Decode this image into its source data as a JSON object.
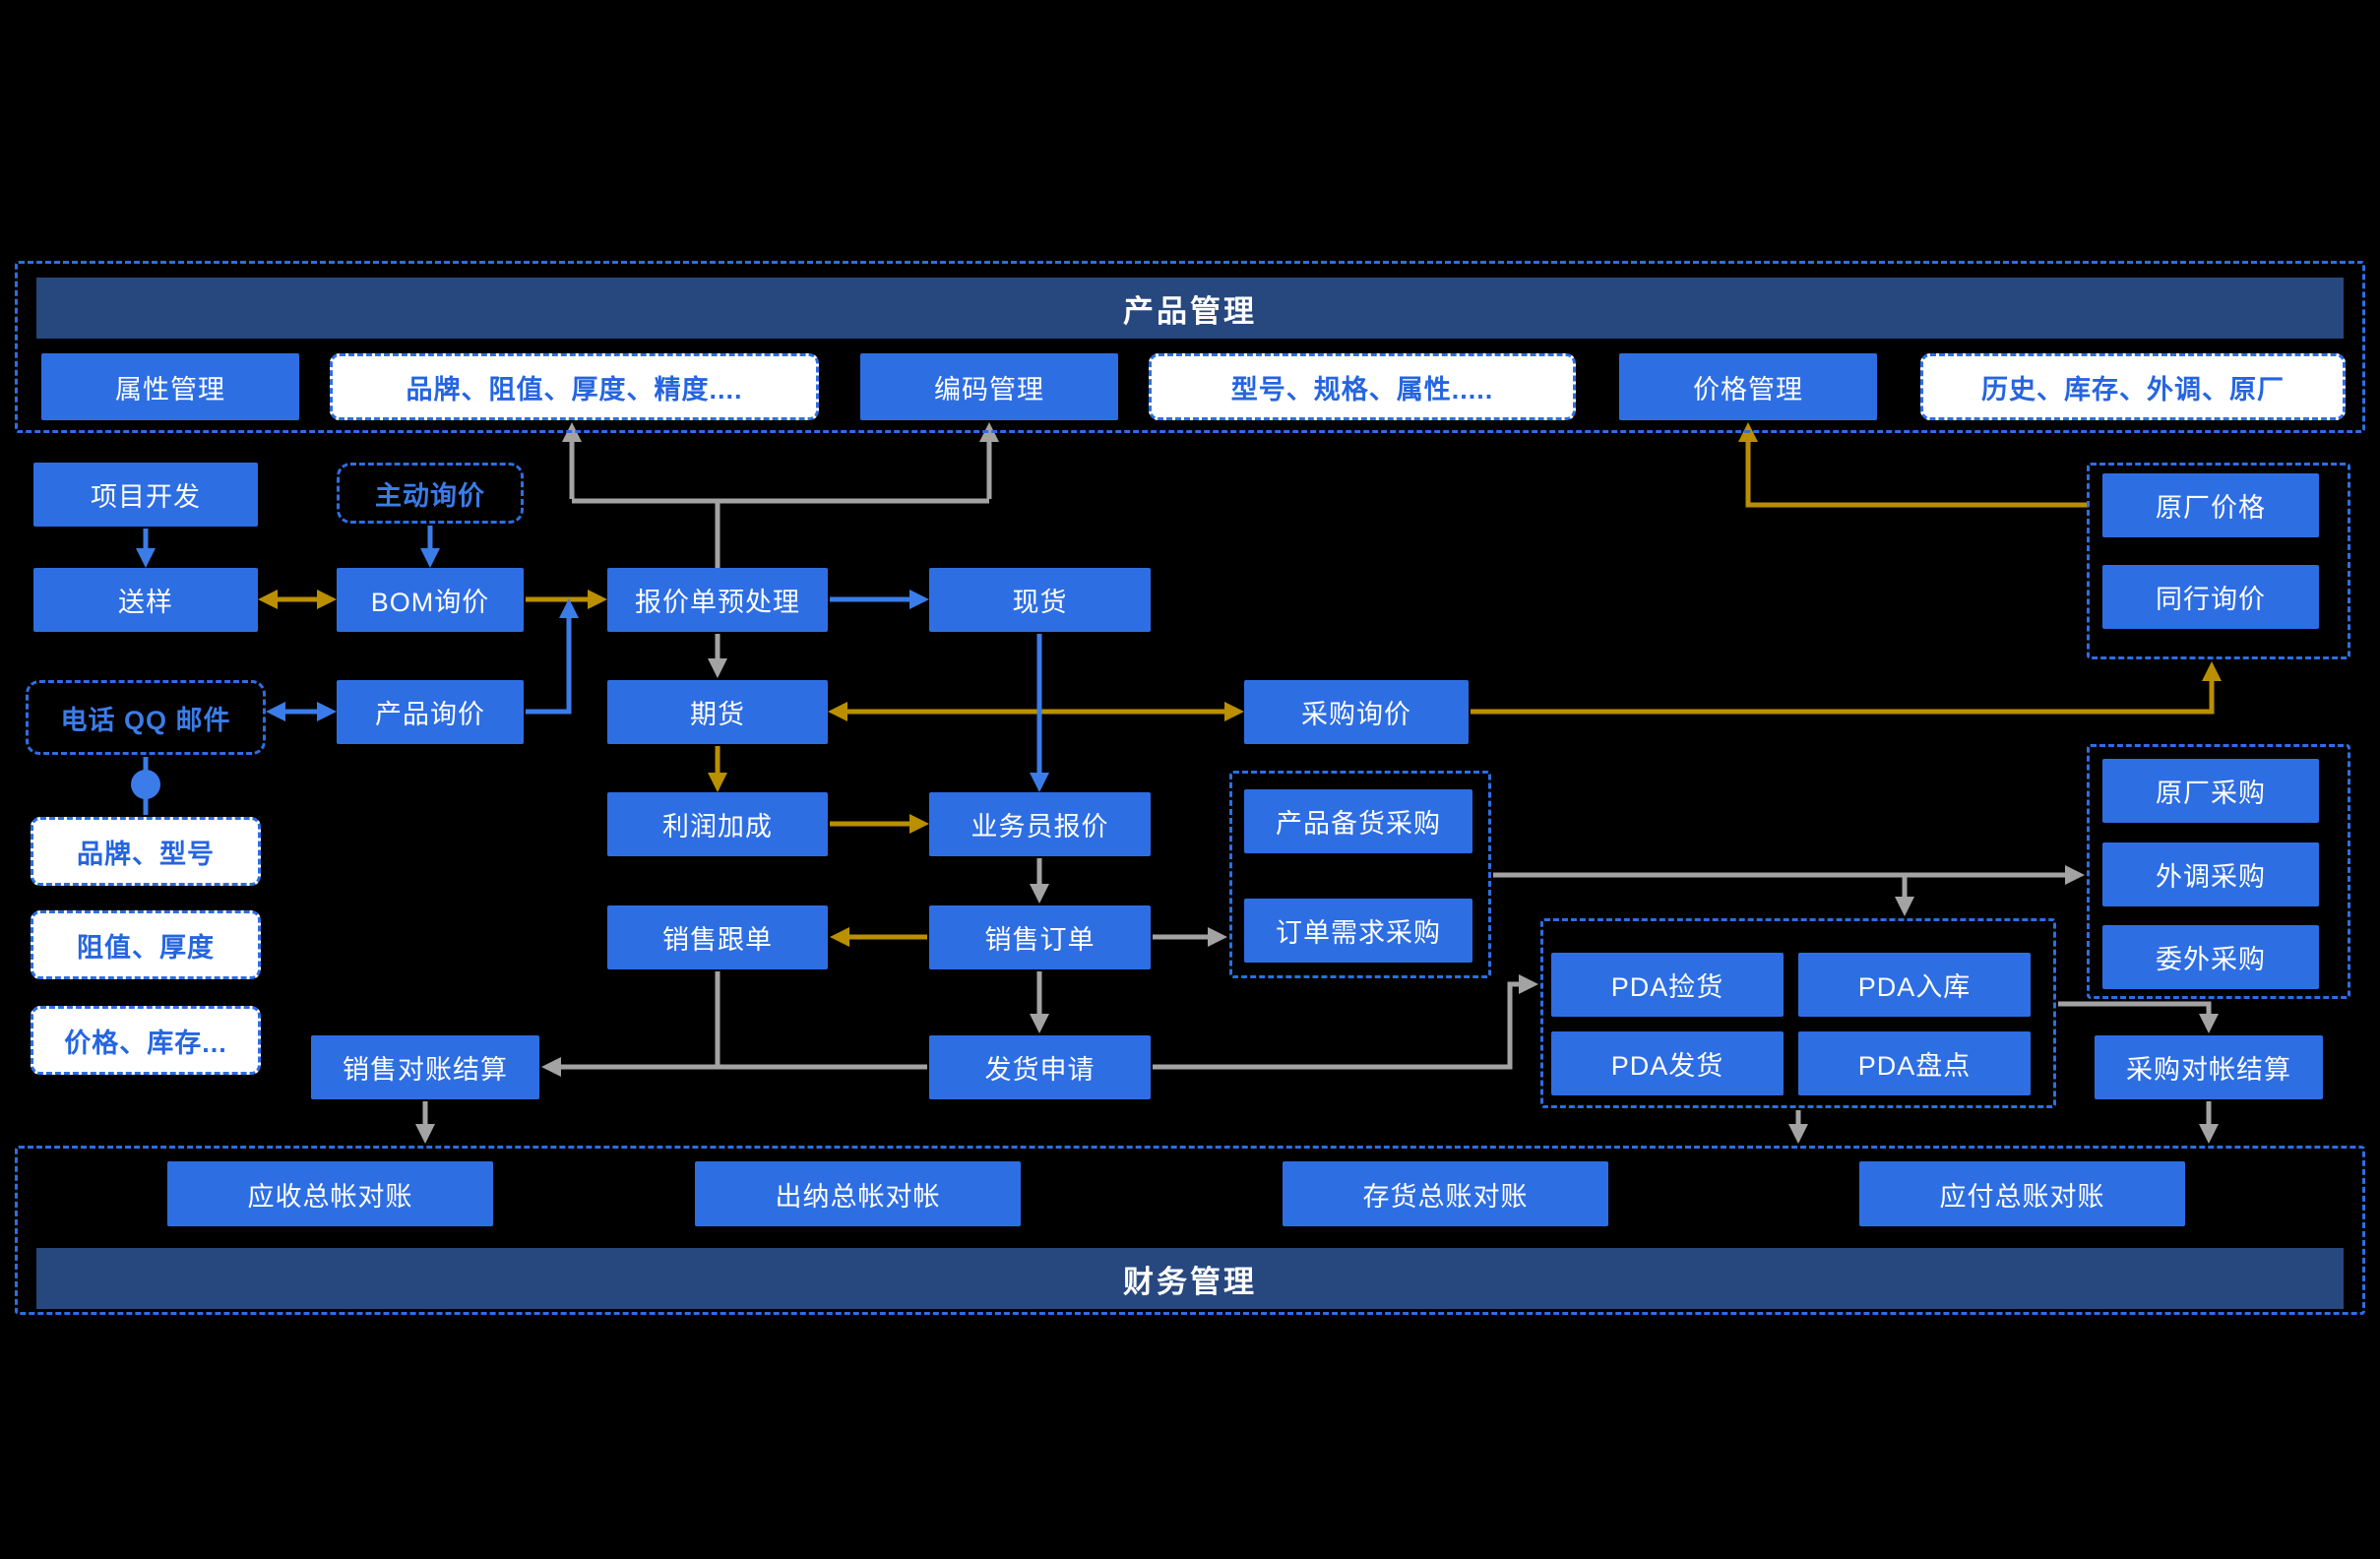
{
  "headers": {
    "product": "产品管理",
    "finance": "财务管理"
  },
  "nodes": {
    "attribute_mgmt": "属性管理",
    "attribute_detail": "品牌、阻值、厚度、精度....",
    "coding_mgmt": "编码管理",
    "model_detail": "型号、规格、属性.....",
    "price_mgmt": "价格管理",
    "price_detail": "历史、库存、外调、原厂",
    "project_dev": "项目开发",
    "send_sample": "送样",
    "active_inquiry": "主动询价",
    "bom_inquiry": "BOM询价",
    "product_inquiry": "产品询价",
    "contact_channel": "电话 QQ 邮件",
    "brand_model": "品牌、型号",
    "resistance_thickness": "阻值、厚度",
    "price_stock": "价格、库存...",
    "quote_preprocess": "报价单预处理",
    "spot_goods": "现货",
    "futures": "期货",
    "purchase_inquiry": "采购询价",
    "profit_markup": "利润加成",
    "salesman_quote": "业务员报价",
    "stock_purchase": "产品备货采购",
    "order_purchase": "订单需求采购",
    "sales_follow": "销售跟单",
    "sales_order": "销售订单",
    "delivery_request": "发货申请",
    "factory_price": "原厂价格",
    "peer_inquiry": "同行询价",
    "factory_purchase": "原厂采购",
    "transfer_purchase": "外调采购",
    "outsource_purchase": "委外采购",
    "pda_pick": "PDA捡货",
    "pda_inbound": "PDA入库",
    "pda_delivery": "PDA发货",
    "pda_stocktake": "PDA盘点",
    "sales_settlement": "销售对账结算",
    "purchase_settlement": "采购对帐结算",
    "receivable_ledger": "应收总帐对账",
    "cashier_ledger": "出纳总帐对帐",
    "inventory_ledger": "存货总账对账",
    "payable_ledger": "应付总账对账"
  },
  "colors": {
    "background": "#000000",
    "node_blue": "#2E6EE3",
    "header_navy": "#27477F",
    "dashed_border_blue": "#2E6EE3",
    "white_node_text": "#2565E0",
    "arrow_gray": "#A3A3A3",
    "arrow_gold": "#BA8F00",
    "arrow_blue": "#3B7CE8"
  }
}
